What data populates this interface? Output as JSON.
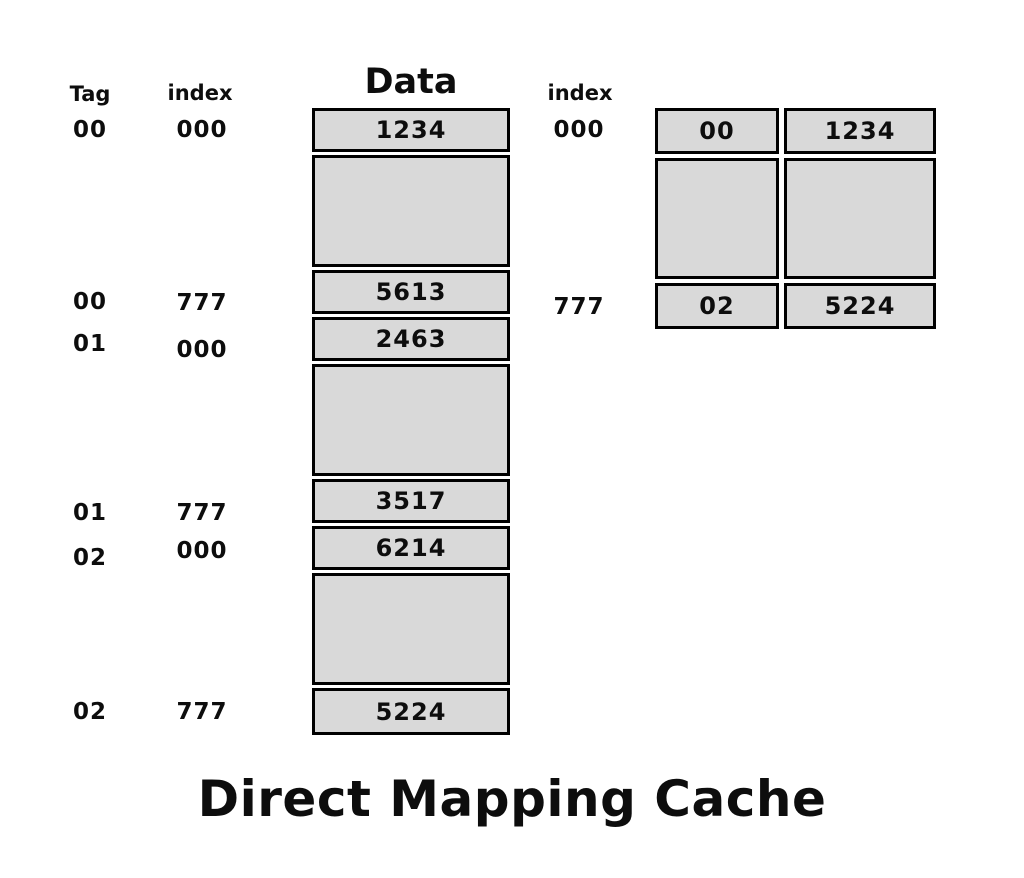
{
  "title": "Direct Mapping Cache",
  "colors": {
    "background": "#ffffff",
    "cell_fill": "#d9d9d9",
    "border": "#000000",
    "text": "#0d0d0d"
  },
  "left_table": {
    "tag_header": "Tag",
    "index_header": "index",
    "rows": [
      {
        "tag": "00",
        "index": "000"
      },
      {
        "tag": "00",
        "index": "777"
      },
      {
        "tag": "01",
        "index": "000"
      },
      {
        "tag": "01",
        "index": "777"
      },
      {
        "tag": "02",
        "index": "000"
      },
      {
        "tag": "02",
        "index": "777"
      }
    ]
  },
  "memory": {
    "header": "Data",
    "cells": [
      {
        "value": "1234",
        "size": "short"
      },
      {
        "value": "",
        "size": "tall"
      },
      {
        "value": "5613",
        "size": "short"
      },
      {
        "value": "2463",
        "size": "short"
      },
      {
        "value": "",
        "size": "tall"
      },
      {
        "value": "3517",
        "size": "short"
      },
      {
        "value": "6214",
        "size": "short"
      },
      {
        "value": "",
        "size": "tall"
      },
      {
        "value": "5224",
        "size": "short"
      }
    ]
  },
  "cache": {
    "index_header": "index",
    "row_labels": [
      "000",
      "777"
    ],
    "rows": [
      {
        "tag": "00",
        "data": "1234"
      },
      {
        "tag": "",
        "data": ""
      },
      {
        "tag": "02",
        "data": "5224"
      }
    ]
  }
}
